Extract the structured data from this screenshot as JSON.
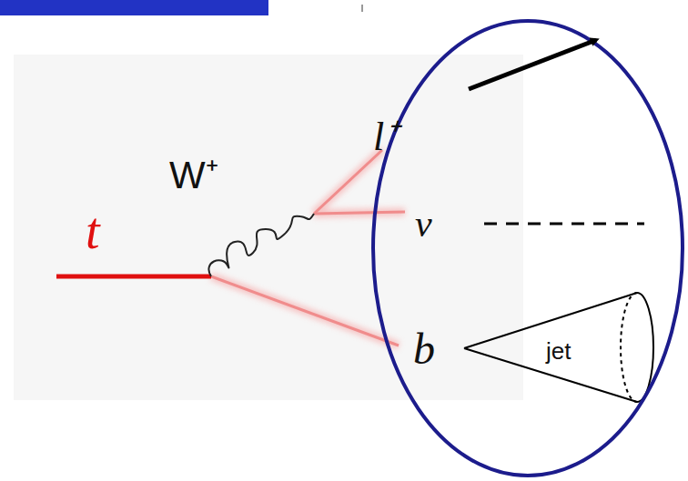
{
  "diagram": {
    "labels": [
      "t",
      "W⁺",
      "l⁺",
      "ν",
      "b",
      "jet"
    ]
  }
}
